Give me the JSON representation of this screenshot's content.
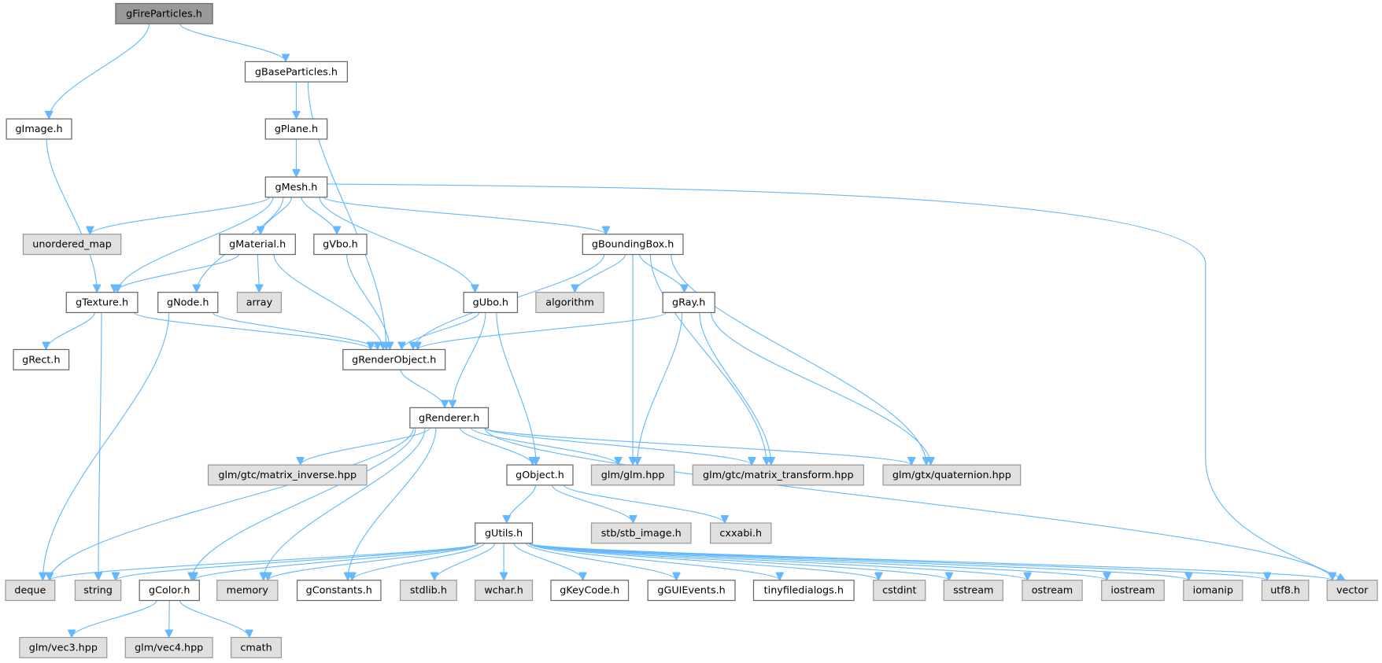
{
  "colors": {
    "edge": "#63b8ff",
    "file_fill": "#ffffff",
    "system_fill": "#e0e0e0",
    "root_fill": "#999999"
  },
  "nodes": [
    {
      "id": "gFireParticles",
      "label": "gFireParticles.h",
      "kind": "root"
    },
    {
      "id": "gBaseParticles",
      "label": "gBaseParticles.h",
      "kind": "file"
    },
    {
      "id": "gImage",
      "label": "gImage.h",
      "kind": "file"
    },
    {
      "id": "gPlane",
      "label": "gPlane.h",
      "kind": "file"
    },
    {
      "id": "gMesh",
      "label": "gMesh.h",
      "kind": "file"
    },
    {
      "id": "unordered_map",
      "label": "unordered_map",
      "kind": "system"
    },
    {
      "id": "gMaterial",
      "label": "gMaterial.h",
      "kind": "file"
    },
    {
      "id": "gVbo",
      "label": "gVbo.h",
      "kind": "file"
    },
    {
      "id": "gBoundingBox",
      "label": "gBoundingBox.h",
      "kind": "file"
    },
    {
      "id": "gTexture",
      "label": "gTexture.h",
      "kind": "file"
    },
    {
      "id": "gNode",
      "label": "gNode.h",
      "kind": "file"
    },
    {
      "id": "array",
      "label": "array",
      "kind": "system"
    },
    {
      "id": "gUbo",
      "label": "gUbo.h",
      "kind": "file"
    },
    {
      "id": "algorithm",
      "label": "algorithm",
      "kind": "system"
    },
    {
      "id": "gRay",
      "label": "gRay.h",
      "kind": "file"
    },
    {
      "id": "gRect",
      "label": "gRect.h",
      "kind": "file"
    },
    {
      "id": "gRenderObject",
      "label": "gRenderObject.h",
      "kind": "file"
    },
    {
      "id": "gRenderer",
      "label": "gRenderer.h",
      "kind": "file"
    },
    {
      "id": "matrix_inverse",
      "label": "glm/gtc/matrix_inverse.hpp",
      "kind": "system"
    },
    {
      "id": "gObject",
      "label": "gObject.h",
      "kind": "file"
    },
    {
      "id": "glm",
      "label": "glm/glm.hpp",
      "kind": "system"
    },
    {
      "id": "matrix_transform",
      "label": "glm/gtc/matrix_transform.hpp",
      "kind": "system"
    },
    {
      "id": "quaternion",
      "label": "glm/gtx/quaternion.hpp",
      "kind": "system"
    },
    {
      "id": "gUtils",
      "label": "gUtils.h",
      "kind": "file"
    },
    {
      "id": "stb_image",
      "label": "stb/stb_image.h",
      "kind": "system"
    },
    {
      "id": "cxxabi",
      "label": "cxxabi.h",
      "kind": "system"
    },
    {
      "id": "deque",
      "label": "deque",
      "kind": "system"
    },
    {
      "id": "string",
      "label": "string",
      "kind": "system"
    },
    {
      "id": "gColor",
      "label": "gColor.h",
      "kind": "file"
    },
    {
      "id": "memory",
      "label": "memory",
      "kind": "system"
    },
    {
      "id": "gConstants",
      "label": "gConstants.h",
      "kind": "file"
    },
    {
      "id": "stdlib",
      "label": "stdlib.h",
      "kind": "system"
    },
    {
      "id": "wchar",
      "label": "wchar.h",
      "kind": "system"
    },
    {
      "id": "gKeyCode",
      "label": "gKeyCode.h",
      "kind": "file"
    },
    {
      "id": "gGUIEvents",
      "label": "gGUIEvents.h",
      "kind": "file"
    },
    {
      "id": "tinyfiledialogs",
      "label": "tinyfiledialogs.h",
      "kind": "file"
    },
    {
      "id": "cstdint",
      "label": "cstdint",
      "kind": "system"
    },
    {
      "id": "sstream",
      "label": "sstream",
      "kind": "system"
    },
    {
      "id": "ostream",
      "label": "ostream",
      "kind": "system"
    },
    {
      "id": "iostream",
      "label": "iostream",
      "kind": "system"
    },
    {
      "id": "iomanip",
      "label": "iomanip",
      "kind": "system"
    },
    {
      "id": "utf8",
      "label": "utf8.h",
      "kind": "system"
    },
    {
      "id": "vector",
      "label": "vector",
      "kind": "system"
    },
    {
      "id": "vec3",
      "label": "glm/vec3.hpp",
      "kind": "system"
    },
    {
      "id": "vec4",
      "label": "glm/vec4.hpp",
      "kind": "system"
    },
    {
      "id": "cmath",
      "label": "cmath",
      "kind": "system"
    }
  ],
  "edges": [
    [
      "gFireParticles",
      "gImage"
    ],
    [
      "gFireParticles",
      "gBaseParticles"
    ],
    [
      "gBaseParticles",
      "gPlane"
    ],
    [
      "gBaseParticles",
      "gRenderObject"
    ],
    [
      "gImage",
      "gTexture"
    ],
    [
      "gPlane",
      "gMesh"
    ],
    [
      "gMesh",
      "unordered_map"
    ],
    [
      "gMesh",
      "gTexture"
    ],
    [
      "gMesh",
      "gNode"
    ],
    [
      "gMesh",
      "gMaterial"
    ],
    [
      "gMesh",
      "gVbo"
    ],
    [
      "gMesh",
      "gUbo"
    ],
    [
      "gMesh",
      "gBoundingBox"
    ],
    [
      "gMesh",
      "vector"
    ],
    [
      "gMaterial",
      "gTexture"
    ],
    [
      "gMaterial",
      "array"
    ],
    [
      "gMaterial",
      "gRenderObject"
    ],
    [
      "gVbo",
      "gRenderObject"
    ],
    [
      "gBoundingBox",
      "gRenderObject"
    ],
    [
      "gBoundingBox",
      "algorithm"
    ],
    [
      "gBoundingBox",
      "glm"
    ],
    [
      "gBoundingBox",
      "gRay"
    ],
    [
      "gBoundingBox",
      "matrix_transform"
    ],
    [
      "gBoundingBox",
      "quaternion"
    ],
    [
      "gTexture",
      "gRect"
    ],
    [
      "gTexture",
      "string"
    ],
    [
      "gTexture",
      "gRenderObject"
    ],
    [
      "gNode",
      "gRenderObject"
    ],
    [
      "gNode",
      "deque"
    ],
    [
      "gUbo",
      "gRenderObject"
    ],
    [
      "gUbo",
      "gRenderer"
    ],
    [
      "gUbo",
      "gObject"
    ],
    [
      "gRay",
      "gRenderObject"
    ],
    [
      "gRay",
      "glm"
    ],
    [
      "gRay",
      "matrix_transform"
    ],
    [
      "gRay",
      "quaternion"
    ],
    [
      "gRenderObject",
      "gRenderer"
    ],
    [
      "gRenderer",
      "deque"
    ],
    [
      "gRenderer",
      "gColor"
    ],
    [
      "gRenderer",
      "matrix_inverse"
    ],
    [
      "gRenderer",
      "memory"
    ],
    [
      "gRenderer",
      "gConstants"
    ],
    [
      "gRenderer",
      "gObject"
    ],
    [
      "gRenderer",
      "glm"
    ],
    [
      "gRenderer",
      "matrix_transform"
    ],
    [
      "gRenderer",
      "quaternion"
    ],
    [
      "gRenderer",
      "vector"
    ],
    [
      "gObject",
      "gUtils"
    ],
    [
      "gObject",
      "stb_image"
    ],
    [
      "gObject",
      "cxxabi"
    ],
    [
      "gUtils",
      "deque"
    ],
    [
      "gUtils",
      "string"
    ],
    [
      "gUtils",
      "gColor"
    ],
    [
      "gUtils",
      "memory"
    ],
    [
      "gUtils",
      "gConstants"
    ],
    [
      "gUtils",
      "stdlib"
    ],
    [
      "gUtils",
      "wchar"
    ],
    [
      "gUtils",
      "gKeyCode"
    ],
    [
      "gUtils",
      "gGUIEvents"
    ],
    [
      "gUtils",
      "tinyfiledialogs"
    ],
    [
      "gUtils",
      "cstdint"
    ],
    [
      "gUtils",
      "sstream"
    ],
    [
      "gUtils",
      "ostream"
    ],
    [
      "gUtils",
      "iostream"
    ],
    [
      "gUtils",
      "iomanip"
    ],
    [
      "gUtils",
      "utf8"
    ],
    [
      "gUtils",
      "vector"
    ],
    [
      "gColor",
      "vec3"
    ],
    [
      "gColor",
      "vec4"
    ],
    [
      "gColor",
      "cmath"
    ]
  ]
}
